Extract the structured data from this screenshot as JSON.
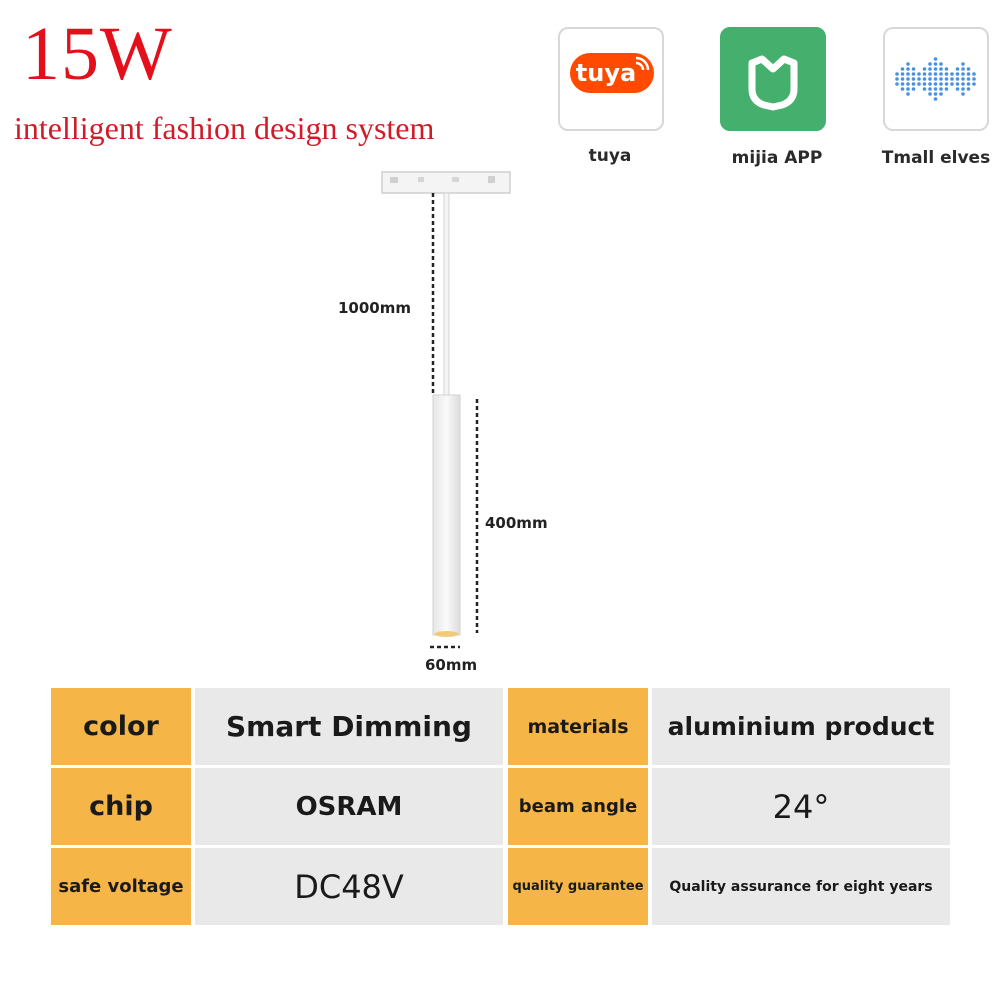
{
  "header": {
    "power": "15W",
    "subtitle": "intelligent fashion design system"
  },
  "apps": [
    {
      "label": "tuya",
      "logo_text": "tuya",
      "color": "#ff4a00"
    },
    {
      "label": "mijia APP",
      "color": "#45b06d"
    },
    {
      "label": "Tmall elves",
      "color": "#4a90e2"
    }
  ],
  "dimensions": {
    "cable_length": "1000mm",
    "body_length": "400mm",
    "diameter": "60mm"
  },
  "specs": [
    {
      "label": "color",
      "value": "Smart Dimming"
    },
    {
      "label": "materials",
      "value": "aluminium product"
    },
    {
      "label": "chip",
      "value": "OSRAM"
    },
    {
      "label": "beam angle",
      "value": "24°"
    },
    {
      "label": "safe voltage",
      "value": "DC48V"
    },
    {
      "label": "quality guarantee",
      "value": "Quality assurance for eight years"
    }
  ],
  "colors": {
    "title_red": "#e3101b",
    "label_orange": "#f6b547",
    "value_grey": "#e9e9e9"
  }
}
